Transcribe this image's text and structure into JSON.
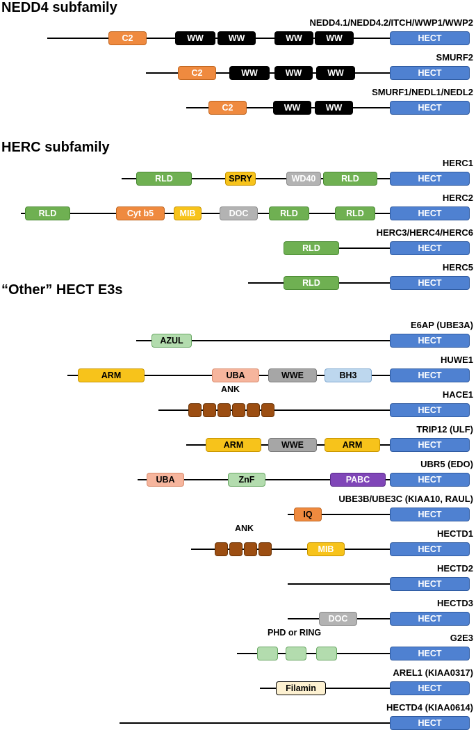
{
  "sections": {
    "nedd4": "NEDD4 subfamily",
    "herc": "HERC subfamily",
    "other": "“Other” HECT E3s"
  },
  "domain_styles": {
    "HECT": {
      "fill": "#4f81d1",
      "border": "#2e5aa0",
      "text": "#ffffff"
    },
    "C2": {
      "fill": "#ef8a3f",
      "border": "#c0651f",
      "text": "#ffffff"
    },
    "WW": {
      "fill": "#000000",
      "border": "#000000",
      "text": "#ffffff"
    },
    "RLD": {
      "fill": "#6fb052",
      "border": "#4a8a33",
      "text": "#ffffff"
    },
    "SPRY": {
      "fill": "#f7c31b",
      "border": "#c99600",
      "text": "#000000"
    },
    "WD40": {
      "fill": "#b3b3b3",
      "border": "#8a8a8a",
      "text": "#ffffff"
    },
    "Cyt b5": {
      "fill": "#ef8a3f",
      "border": "#c0651f",
      "text": "#ffffff"
    },
    "MIB": {
      "fill": "#f7c31b",
      "border": "#c99600",
      "text": "#ffffff"
    },
    "DOC": {
      "fill": "#b3b3b3",
      "border": "#8a8a8a",
      "text": "#ffffff"
    },
    "AZUL": {
      "fill": "#b3dcae",
      "border": "#6aa865",
      "text": "#000000"
    },
    "ARM": {
      "fill": "#f7c31b",
      "border": "#c99600",
      "text": "#000000"
    },
    "UBA": {
      "fill": "#f6b59d",
      "border": "#d98b6c",
      "text": "#000000"
    },
    "WWE": {
      "fill": "#a6a6a6",
      "border": "#7a7a7a",
      "text": "#000000"
    },
    "BH3": {
      "fill": "#bdd7ee",
      "border": "#7fa8d0",
      "text": "#000000"
    },
    "ZnF": {
      "fill": "#b3dcae",
      "border": "#6aa865",
      "text": "#000000"
    },
    "PABC": {
      "fill": "#8046b8",
      "border": "#5a2b8a",
      "text": "#ffffff"
    },
    "IQ": {
      "fill": "#ef8a3f",
      "border": "#c0651f",
      "text": "#000000"
    },
    "Filamin": {
      "fill": "#fdf1d1",
      "border": "#000000",
      "text": "#000000"
    },
    "PHDRING": {
      "fill": "#b3dcae",
      "border": "#6aa865",
      "text": "#000000"
    }
  },
  "proteins": [
    {
      "label": "NEDD4.1/NEDD4.2/ITCH/WWP1/WWP2",
      "domains": [
        {
          "name": "C2",
          "label": "C2"
        },
        {
          "name": "WW",
          "label": "WW"
        },
        {
          "name": "WW",
          "label": "WW"
        },
        {
          "name": "WW",
          "label": "WW"
        },
        {
          "name": "WW",
          "label": "WW"
        },
        {
          "name": "HECT",
          "label": "HECT"
        }
      ]
    },
    {
      "label": "SMURF2",
      "domains": [
        {
          "name": "C2",
          "label": "C2"
        },
        {
          "name": "WW",
          "label": "WW"
        },
        {
          "name": "WW",
          "label": "WW"
        },
        {
          "name": "WW",
          "label": "WW"
        },
        {
          "name": "HECT",
          "label": "HECT"
        }
      ]
    },
    {
      "label": "SMURF1/NEDL1/NEDL2",
      "domains": [
        {
          "name": "C2",
          "label": "C2"
        },
        {
          "name": "WW",
          "label": "WW"
        },
        {
          "name": "WW",
          "label": "WW"
        },
        {
          "name": "HECT",
          "label": "HECT"
        }
      ]
    },
    {
      "label": "HERC1",
      "domains": [
        {
          "name": "RLD",
          "label": "RLD"
        },
        {
          "name": "SPRY",
          "label": "SPRY"
        },
        {
          "name": "WD40",
          "label": "WD40"
        },
        {
          "name": "RLD",
          "label": "RLD"
        },
        {
          "name": "HECT",
          "label": "HECT"
        }
      ]
    },
    {
      "label": "HERC2",
      "domains": [
        {
          "name": "RLD",
          "label": "RLD"
        },
        {
          "name": "Cyt b5",
          "label": "Cyt b5"
        },
        {
          "name": "MIB",
          "label": "MIB"
        },
        {
          "name": "DOC",
          "label": "DOC"
        },
        {
          "name": "RLD",
          "label": "RLD"
        },
        {
          "name": "RLD",
          "label": "RLD"
        },
        {
          "name": "HECT",
          "label": "HECT"
        }
      ]
    },
    {
      "label": "HERC3/HERC4/HERC6",
      "domains": [
        {
          "name": "RLD",
          "label": "RLD"
        },
        {
          "name": "HECT",
          "label": "HECT"
        }
      ]
    },
    {
      "label": "HERC5",
      "domains": [
        {
          "name": "RLD",
          "label": "RLD"
        },
        {
          "name": "HECT",
          "label": "HECT"
        }
      ]
    },
    {
      "label": "E6AP (UBE3A)",
      "domains": [
        {
          "name": "AZUL",
          "label": "AZUL"
        },
        {
          "name": "HECT",
          "label": "HECT"
        }
      ]
    },
    {
      "label": "HUWE1",
      "domains": [
        {
          "name": "ARM",
          "label": "ARM"
        },
        {
          "name": "UBA",
          "label": "UBA"
        },
        {
          "name": "WWE",
          "label": "WWE"
        },
        {
          "name": "BH3",
          "label": "BH3"
        },
        {
          "name": "HECT",
          "label": "HECT"
        }
      ]
    },
    {
      "label": "HACE1",
      "caption": "ANK",
      "domains": [
        {
          "name": "HECT",
          "label": "HECT"
        }
      ]
    },
    {
      "label": "TRIP12 (ULF)",
      "domains": [
        {
          "name": "ARM",
          "label": "ARM"
        },
        {
          "name": "WWE",
          "label": "WWE"
        },
        {
          "name": "ARM",
          "label": "ARM"
        },
        {
          "name": "HECT",
          "label": "HECT"
        }
      ]
    },
    {
      "label": "UBR5 (EDO)",
      "domains": [
        {
          "name": "UBA",
          "label": "UBA"
        },
        {
          "name": "ZnF",
          "label": "ZnF"
        },
        {
          "name": "PABC",
          "label": "PABC"
        },
        {
          "name": "HECT",
          "label": "HECT"
        }
      ]
    },
    {
      "label": "UBE3B/UBE3C (KIAA10, RAUL)",
      "domains": [
        {
          "name": "IQ",
          "label": "IQ"
        },
        {
          "name": "HECT",
          "label": "HECT"
        }
      ]
    },
    {
      "label": "HECTD1",
      "caption": "ANK",
      "domains": [
        {
          "name": "MIB",
          "label": "MIB"
        },
        {
          "name": "HECT",
          "label": "HECT"
        }
      ]
    },
    {
      "label": "HECTD2",
      "domains": [
        {
          "name": "HECT",
          "label": "HECT"
        }
      ]
    },
    {
      "label": "HECTD3",
      "domains": [
        {
          "name": "DOC",
          "label": "DOC"
        },
        {
          "name": "HECT",
          "label": "HECT"
        }
      ]
    },
    {
      "label": "G2E3",
      "caption": "PHD or RING",
      "domains": [
        {
          "name": "HECT",
          "label": "HECT"
        }
      ]
    },
    {
      "label": "AREL1 (KIAA0317)",
      "domains": [
        {
          "name": "Filamin",
          "label": "Filamin"
        },
        {
          "name": "HECT",
          "label": "HECT"
        }
      ]
    },
    {
      "label": "HECTD4 (KIAA0614)",
      "domains": [
        {
          "name": "HECT",
          "label": "HECT"
        }
      ]
    }
  ]
}
